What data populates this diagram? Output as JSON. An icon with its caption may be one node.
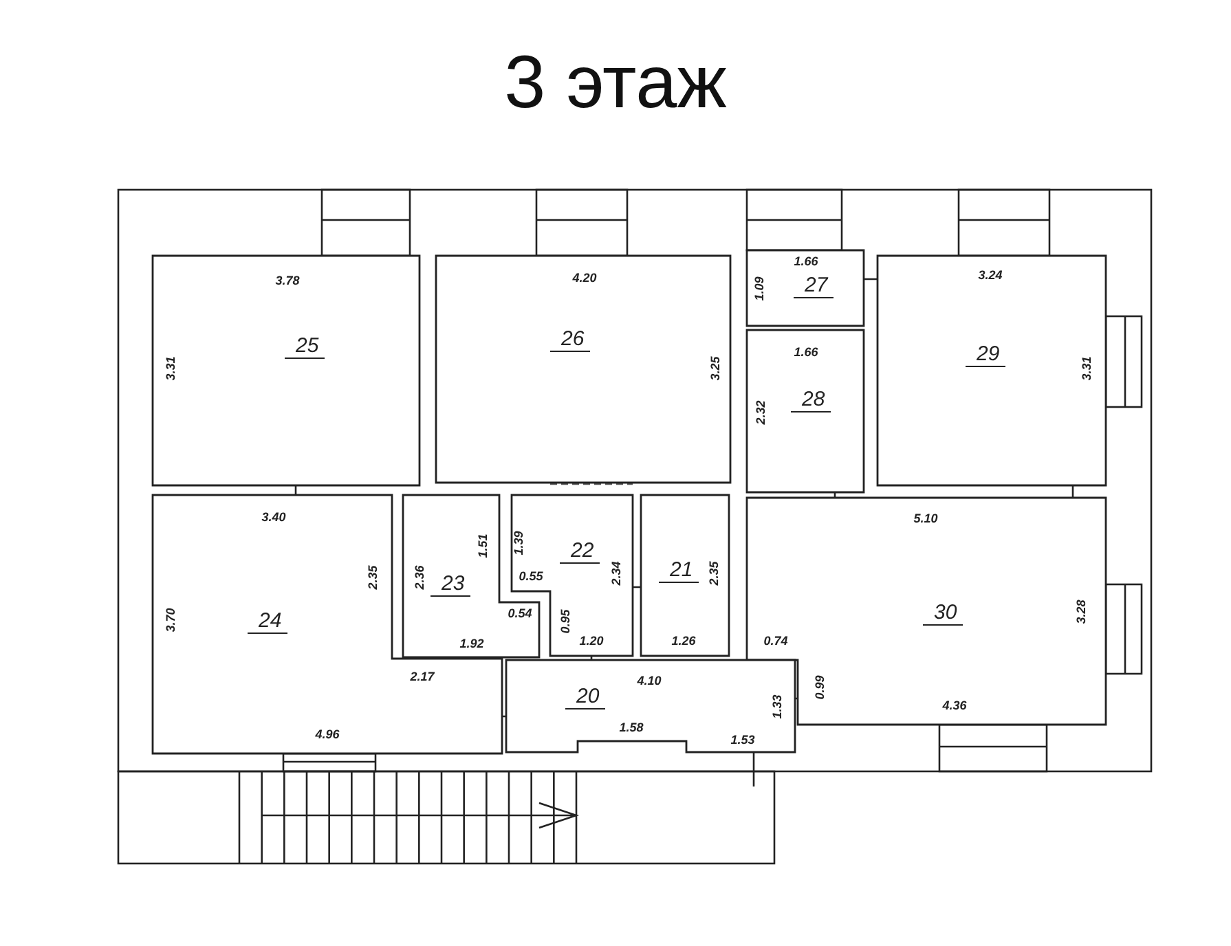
{
  "diagram": {
    "title": "3 этаж",
    "nodes": [
      {
        "text": [
          "25"
        ]
      },
      {
        "text": [
          "26"
        ]
      },
      {
        "text": [
          "27"
        ]
      },
      {
        "text": [
          "28"
        ]
      },
      {
        "text": [
          "29"
        ]
      },
      {
        "text": [
          "24"
        ]
      },
      {
        "text": [
          "23"
        ]
      },
      {
        "text": [
          "22"
        ]
      },
      {
        "text": [
          "21"
        ]
      },
      {
        "text": [
          "30"
        ]
      },
      {
        "text": [
          "20"
        ]
      }
    ],
    "edges": [],
    "labels": [
      "3.78",
      "3.31",
      "4.20",
      "3.25",
      "1.66",
      "1.09",
      "1.66",
      "2.32",
      "3.24",
      "3.31",
      "3.40",
      "2.35",
      "3.70",
      "2.36",
      "1.51",
      "1.39",
      "0.55",
      "0.54",
      "0.95",
      "2.34",
      "2.35",
      "1.92",
      "1.20",
      "1.26",
      "0.74",
      "5.10",
      "3.28",
      "2.17",
      "4.10",
      "0.99",
      "1.33",
      "4.36",
      "1.58",
      "4.96",
      "1.53"
    ]
  }
}
